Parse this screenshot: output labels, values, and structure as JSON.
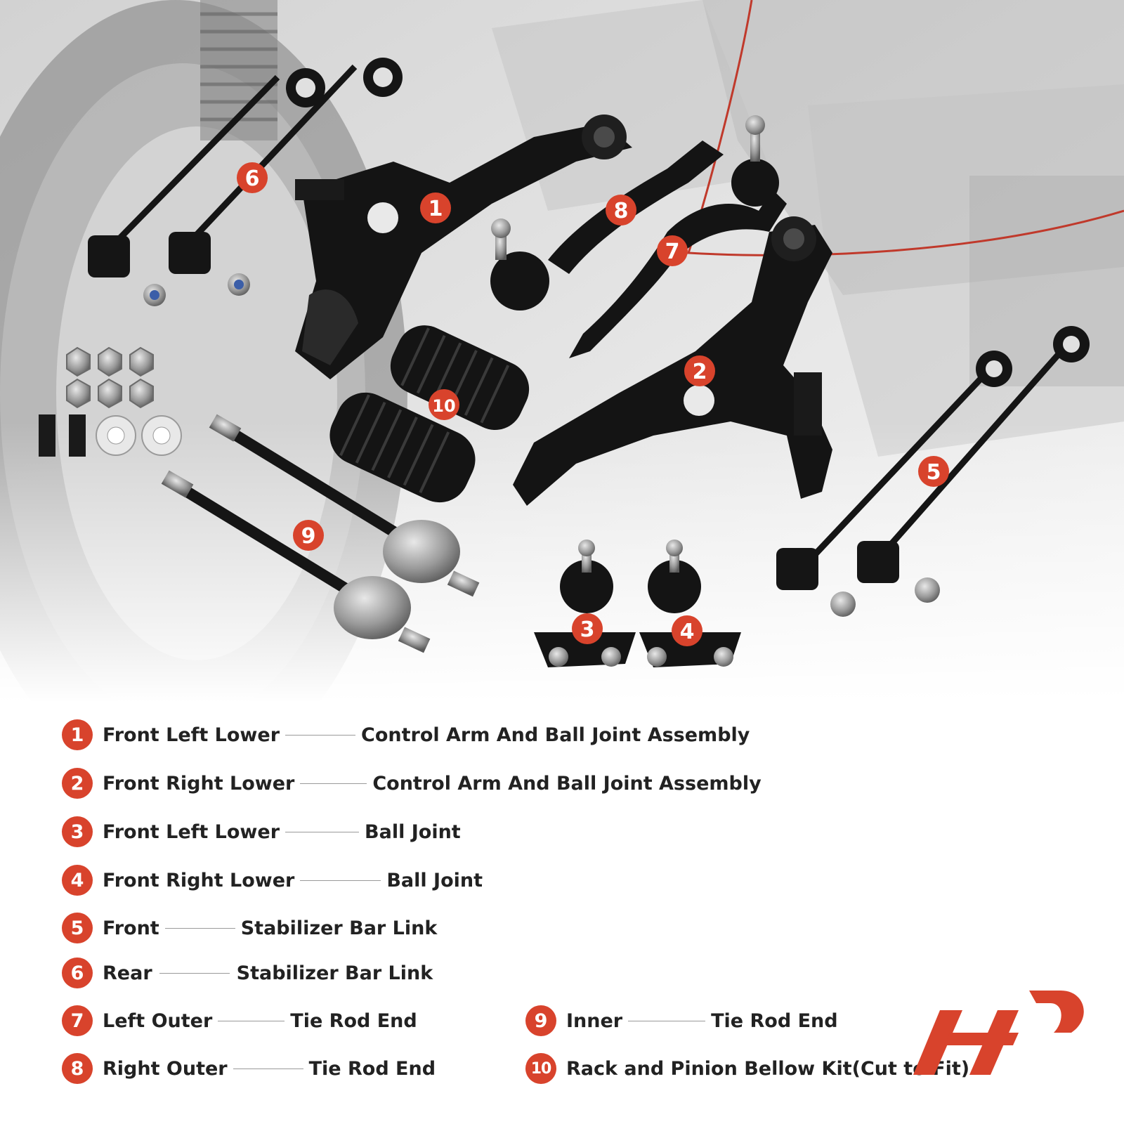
{
  "colors": {
    "accent": "#d8432c",
    "text": "#222222",
    "parts": "#141414",
    "background_photo": "#c9c9c9"
  },
  "callouts": [
    {
      "number": "1"
    },
    {
      "number": "2"
    },
    {
      "number": "3"
    },
    {
      "number": "4"
    },
    {
      "number": "5"
    },
    {
      "number": "6"
    },
    {
      "number": "7"
    },
    {
      "number": "8"
    },
    {
      "number": "9"
    },
    {
      "number": "10"
    }
  ],
  "legend": [
    {
      "number": "1",
      "position": "Front Left Lower",
      "part": "Control Arm And Ball Joint Assembly"
    },
    {
      "number": "2",
      "position": "Front Right Lower",
      "part": "Control Arm And Ball Joint Assembly"
    },
    {
      "number": "3",
      "position": "Front Left Lower",
      "part": "Ball Joint"
    },
    {
      "number": "4",
      "position": "Front Right Lower",
      "part": "Ball Joint"
    },
    {
      "number": "5",
      "position": "Front",
      "part": "Stabilizer Bar Link"
    },
    {
      "number": "6",
      "position": "Rear",
      "part": "Stabilizer Bar Link"
    },
    {
      "number": "7",
      "position": "Left Outer",
      "part": "Tie Rod End"
    },
    {
      "number": "8",
      "position": "Right Outer",
      "part": "Tie Rod End"
    },
    {
      "number": "9",
      "position": "Inner",
      "part": "Tie Rod End"
    },
    {
      "number": "10",
      "position": "Rack and Pinion Bellow Kit(Cut to Fit)",
      "part": ""
    }
  ],
  "logo": {
    "name": "brand-logo-icon"
  }
}
